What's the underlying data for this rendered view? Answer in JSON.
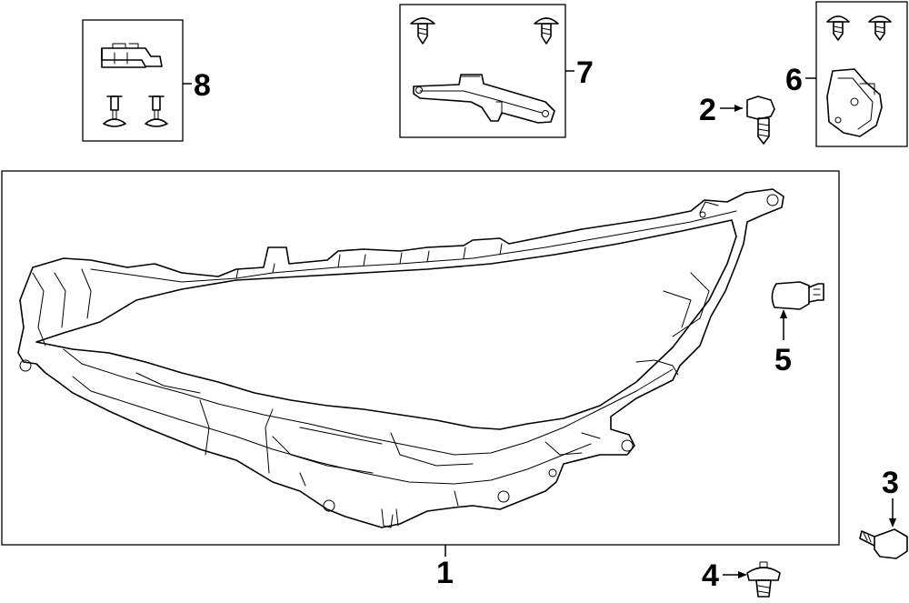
{
  "callouts": {
    "c1": "1",
    "c2": "2",
    "c3": "3",
    "c4": "4",
    "c5": "5",
    "c6": "6",
    "c7": "7",
    "c8": "8"
  },
  "parts": {
    "headlamp_assembly": "headlamp-assembly",
    "bolt": "flange-bolt",
    "screw": "screw",
    "nut_clip": "clip-nut",
    "bulb": "bulb",
    "bracket_kit_right": "repair-bracket-kit",
    "bracket_kit_upper": "repair-bracket-kit-upper",
    "bracket_kit_left": "repair-bracket-kit-left"
  }
}
